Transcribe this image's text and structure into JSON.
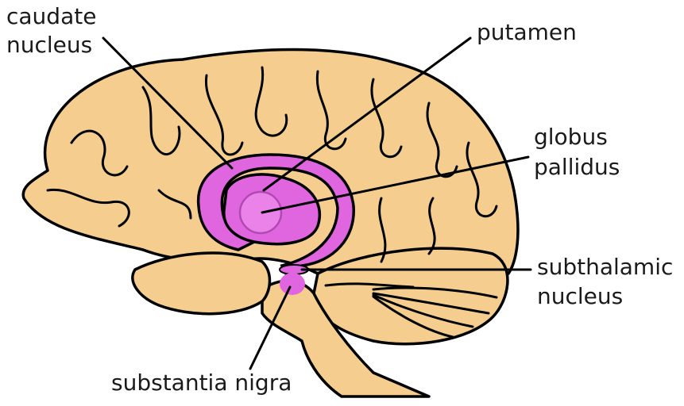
{
  "title": "Basal ganglia structures (sagittal brain view)",
  "colors": {
    "brain_fill": "#f5cd8f",
    "basal_ganglia_fill": "#e066e0",
    "globus_pallidus_fill": "#ea82ea",
    "globus_pallidus_ring": "#b04ab0",
    "outline": "#000000"
  },
  "labels": [
    {
      "id": "caudate-nucleus",
      "lines": [
        "caudate",
        "nucleus"
      ]
    },
    {
      "id": "putamen",
      "lines": [
        "putamen"
      ]
    },
    {
      "id": "globus-pallidus",
      "lines": [
        "globus",
        "pallidus"
      ]
    },
    {
      "id": "subthalamic-nucleus",
      "lines": [
        "subthalamic",
        "nucleus"
      ]
    },
    {
      "id": "substantia-nigra",
      "lines": [
        "substantia nigra"
      ]
    }
  ]
}
